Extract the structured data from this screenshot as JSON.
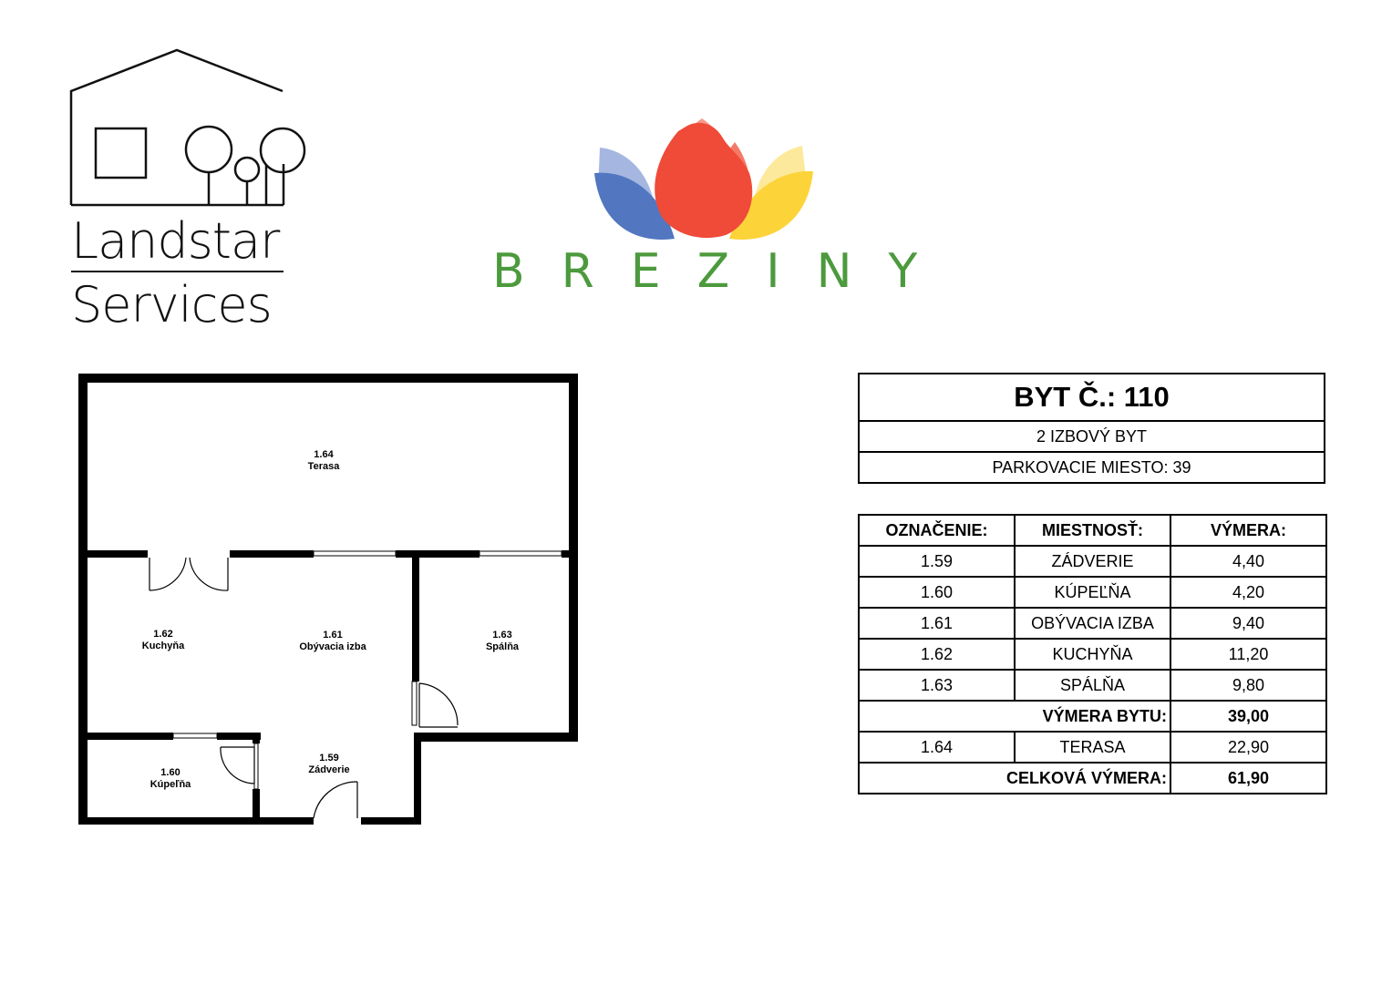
{
  "logos": {
    "landstar": {
      "line1": "Landstar",
      "line2": "Services"
    },
    "breziny": {
      "word": "BREZINY",
      "colors": {
        "blue": "#5277c0",
        "red": "#f04a38",
        "salmon": "#f47a68",
        "yellow": "#fcd43a",
        "green": "#4c9a3d"
      }
    }
  },
  "floor_plan": {
    "rooms": [
      {
        "code": "1.64",
        "name": "Terasa"
      },
      {
        "code": "1.62",
        "name": "Kuchyňa"
      },
      {
        "code": "1.61",
        "name": "Obývacia izba"
      },
      {
        "code": "1.63",
        "name": "Spálňa"
      },
      {
        "code": "1.60",
        "name": "Kúpeľňa"
      },
      {
        "code": "1.59",
        "name": "Zádverie"
      }
    ]
  },
  "info": {
    "title": "BYT Č.: 110",
    "type": "2 IZBOVÝ BYT",
    "parking": "PARKOVACIE MIESTO: 39"
  },
  "rooms_table": {
    "headers": [
      "OZNAČENIE:",
      "MIESTNOSŤ:",
      "VÝMERA:"
    ],
    "rows": [
      {
        "code": "1.59",
        "room": "ZÁDVERIE",
        "area": "4,40"
      },
      {
        "code": "1.60",
        "room": "KÚPEĽŇA",
        "area": "4,20"
      },
      {
        "code": "1.61",
        "room": "OBÝVACIA IZBA",
        "area": "9,40"
      },
      {
        "code": "1.62",
        "room": "KUCHYŇA",
        "area": "11,20"
      },
      {
        "code": "1.63",
        "room": "SPÁLŇA",
        "area": "9,80"
      }
    ],
    "subtotal": {
      "label": "VÝMERA BYTU:",
      "value": "39,00"
    },
    "terrace": {
      "code": "1.64",
      "room": "TERASA",
      "area": "22,90"
    },
    "total": {
      "label": "CELKOVÁ VÝMERA:",
      "value": "61,90"
    }
  }
}
